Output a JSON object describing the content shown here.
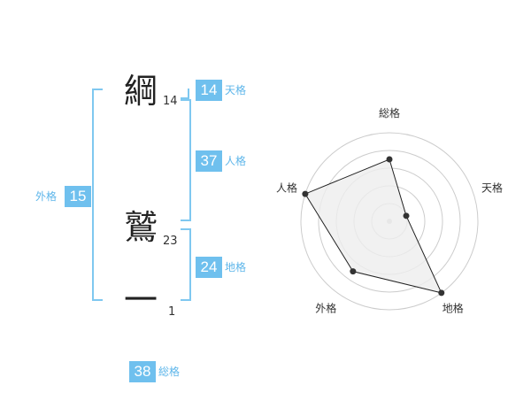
{
  "name": {
    "chars": [
      {
        "char": "綱",
        "strokes": "14"
      },
      {
        "char": "鷲",
        "strokes": "23"
      },
      {
        "char": "一",
        "strokes": "1"
      }
    ]
  },
  "fortune": {
    "tenkaku": {
      "value": "14",
      "label": "天格"
    },
    "jinkaku": {
      "value": "37",
      "label": "人格"
    },
    "chikaku": {
      "value": "24",
      "label": "地格"
    },
    "gaikaku": {
      "value": "15",
      "label": "外格"
    },
    "soukaku": {
      "value": "38",
      "label": "総格"
    }
  },
  "chart_data": {
    "type": "radar",
    "axes": [
      "総格",
      "天格",
      "地格",
      "外格",
      "人格"
    ],
    "values": [
      3.5,
      1.0,
      5.0,
      3.5,
      5.0
    ],
    "max": 5,
    "rings": 5,
    "grid": true,
    "colors": {
      "fill": "#eeeeee",
      "line": "#222222",
      "grid": "#cccccc",
      "point": "#333333"
    }
  }
}
